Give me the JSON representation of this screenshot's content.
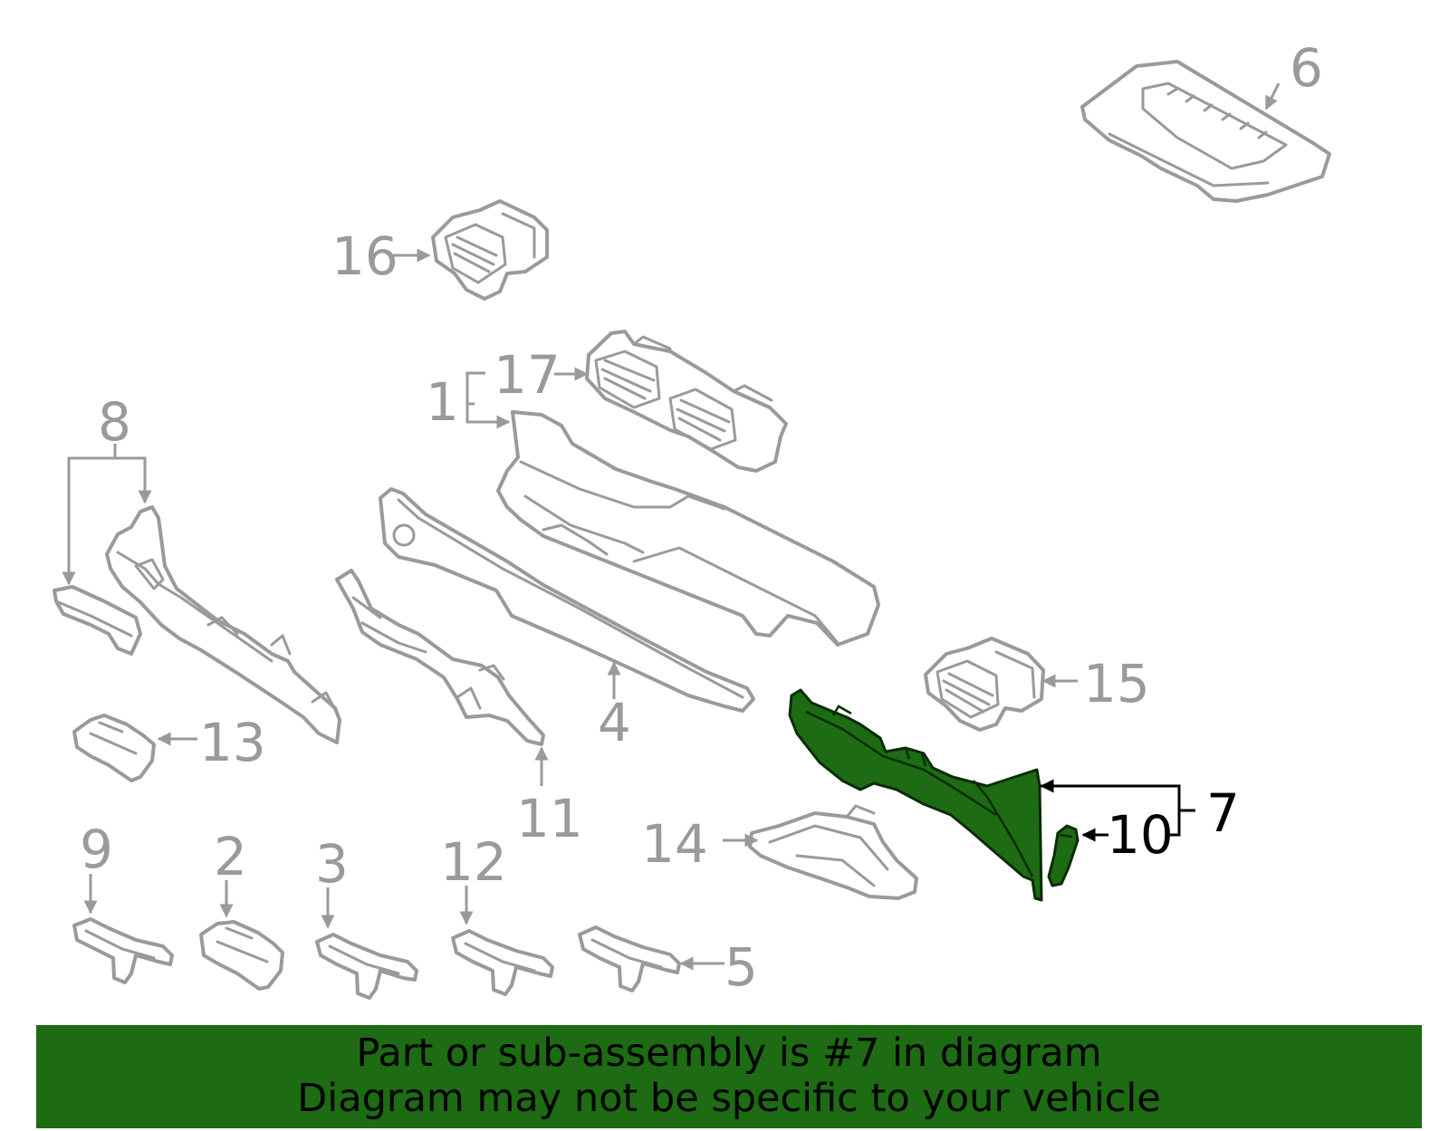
{
  "callouts": {
    "c1": "1",
    "c2": "2",
    "c3": "3",
    "c4": "4",
    "c5": "5",
    "c6": "6",
    "c7": "7",
    "c8": "8",
    "c9": "9",
    "c10": "10",
    "c11": "11",
    "c12": "12",
    "c13": "13",
    "c14": "14",
    "c15": "15",
    "c16": "16",
    "c17": "17"
  },
  "highlighted_part": "7",
  "colors": {
    "highlight": "#1d6b12",
    "line_art": "#9a9a9a",
    "banner": "#1d6b12"
  },
  "banner": {
    "line1": "Part or sub-assembly is #7 in diagram",
    "line2": "Diagram may not be specific to your vehicle"
  }
}
